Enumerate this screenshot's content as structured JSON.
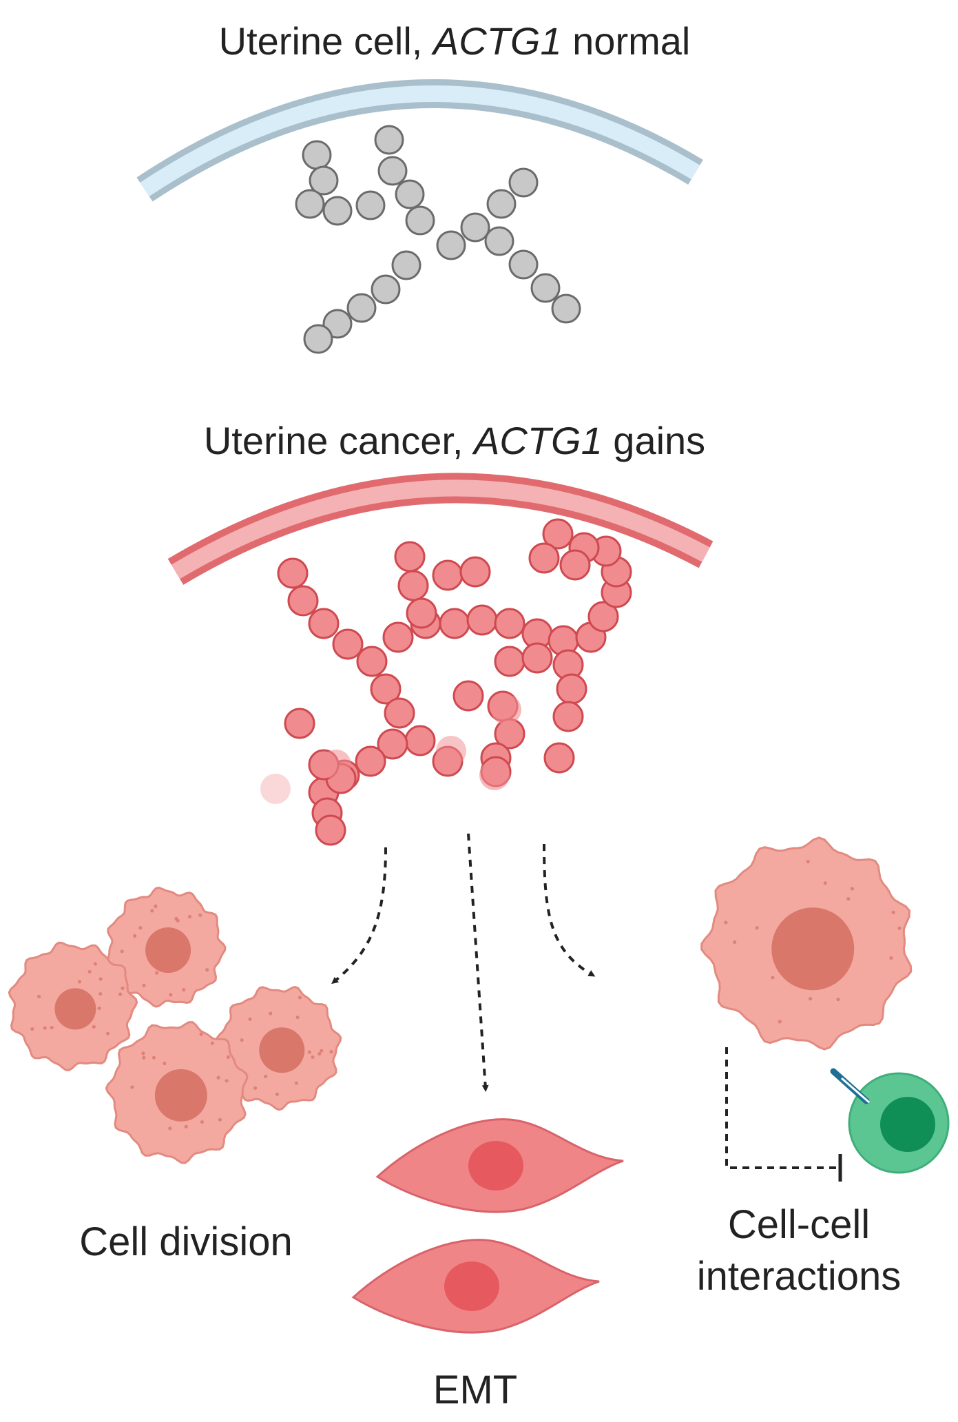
{
  "panel_normal": {
    "prefix": "Uterine cell,",
    "gene": "ACTG1",
    "suffix": "normal"
  },
  "panel_cancer": {
    "prefix": "Uterine cancer,",
    "gene": "ACTG1",
    "suffix": "gains"
  },
  "outcomes": {
    "cell_division": "Cell division",
    "emt": "EMT",
    "cell_cell_line1": "Cell-cell",
    "cell_cell_line2": "interactions"
  },
  "colors": {
    "normal_membrane_outer": "#a9bfcc",
    "normal_membrane_inner": "#d9edf9",
    "normal_actin": "#c8c8c8",
    "normal_actin_stroke": "#6b6b6b",
    "cancer_membrane_outer": "#e06a6e",
    "cancer_membrane_inner": "#f4b2b4",
    "cancer_actin": "#f08c8f",
    "cancer_actin_stroke": "#cf4a50",
    "tumor_cell": "#f4a9a0",
    "tumor_nucleus": "#d9776a",
    "emt_cell": "#f08587",
    "emt_nucleus": "#e65a5f",
    "immune_cell": "#5cc693",
    "immune_nucleus": "#0f8f55",
    "receptor": "#1f6f95"
  }
}
